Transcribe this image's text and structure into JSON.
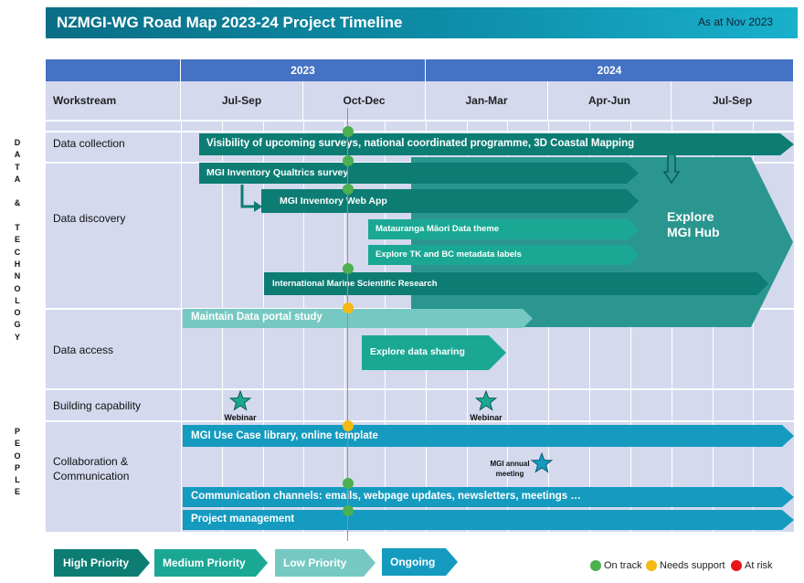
{
  "header": {
    "title": "NZMGI-WG Road Map 2023-24 Project Timeline",
    "as_at": "As at Nov 2023"
  },
  "years": [
    "2023",
    "2024"
  ],
  "columns": {
    "workstream": "Workstream",
    "periods": [
      "Jul-Sep",
      "Oct-Dec",
      "Jan-Mar",
      "Apr-Jun",
      "Jul-Sep"
    ]
  },
  "side_labels": {
    "technology": "DATA & TECHNOLOGY",
    "people": "PEOPLE"
  },
  "workstreams": [
    "Data collection",
    "Data discovery",
    "Data access",
    "Building capability",
    "Collaboration & Communication"
  ],
  "bars": {
    "surveys": "Visibility of upcoming surveys, national coordinated programme, 3D Coastal Mapping",
    "qualtrics": "MGI Inventory Qualtrics survey",
    "webapp": "MGI Inventory Web App",
    "matauranga": "Matauranga Māori Data theme",
    "tk_bc": "Explore TK and BC metadata labels",
    "imsr": "International Marine Scientific Research",
    "hub": "Explore MGI Hub",
    "portal": "Maintain Data portal study",
    "sharing": "Explore data sharing",
    "usecase": "MGI Use Case library, online template",
    "channels": "Communication channels: emails, webpage updates, newsletters, meetings …",
    "pm": "Project management"
  },
  "milestones": {
    "webinar1": "Webinar",
    "webinar2": "Webinar",
    "annual_meeting": "MGI annual meeting"
  },
  "priority_legend": [
    "High Priority",
    "Medium Priority",
    "Low Priority",
    "Ongoing"
  ],
  "status_legend": [
    {
      "label": "On track",
      "color": "#4caf50"
    },
    {
      "label": "Needs support",
      "color": "#f5b915"
    },
    {
      "label": "At risk",
      "color": "#e8161b"
    }
  ],
  "colors": {
    "high": "#0d7d74",
    "medium": "#1aa894",
    "low": "#76c9c2",
    "ongoing": "#149bbf",
    "hub": "#2b9690",
    "year_bar": "#4472c4",
    "grid": "#d4d9ee"
  }
}
